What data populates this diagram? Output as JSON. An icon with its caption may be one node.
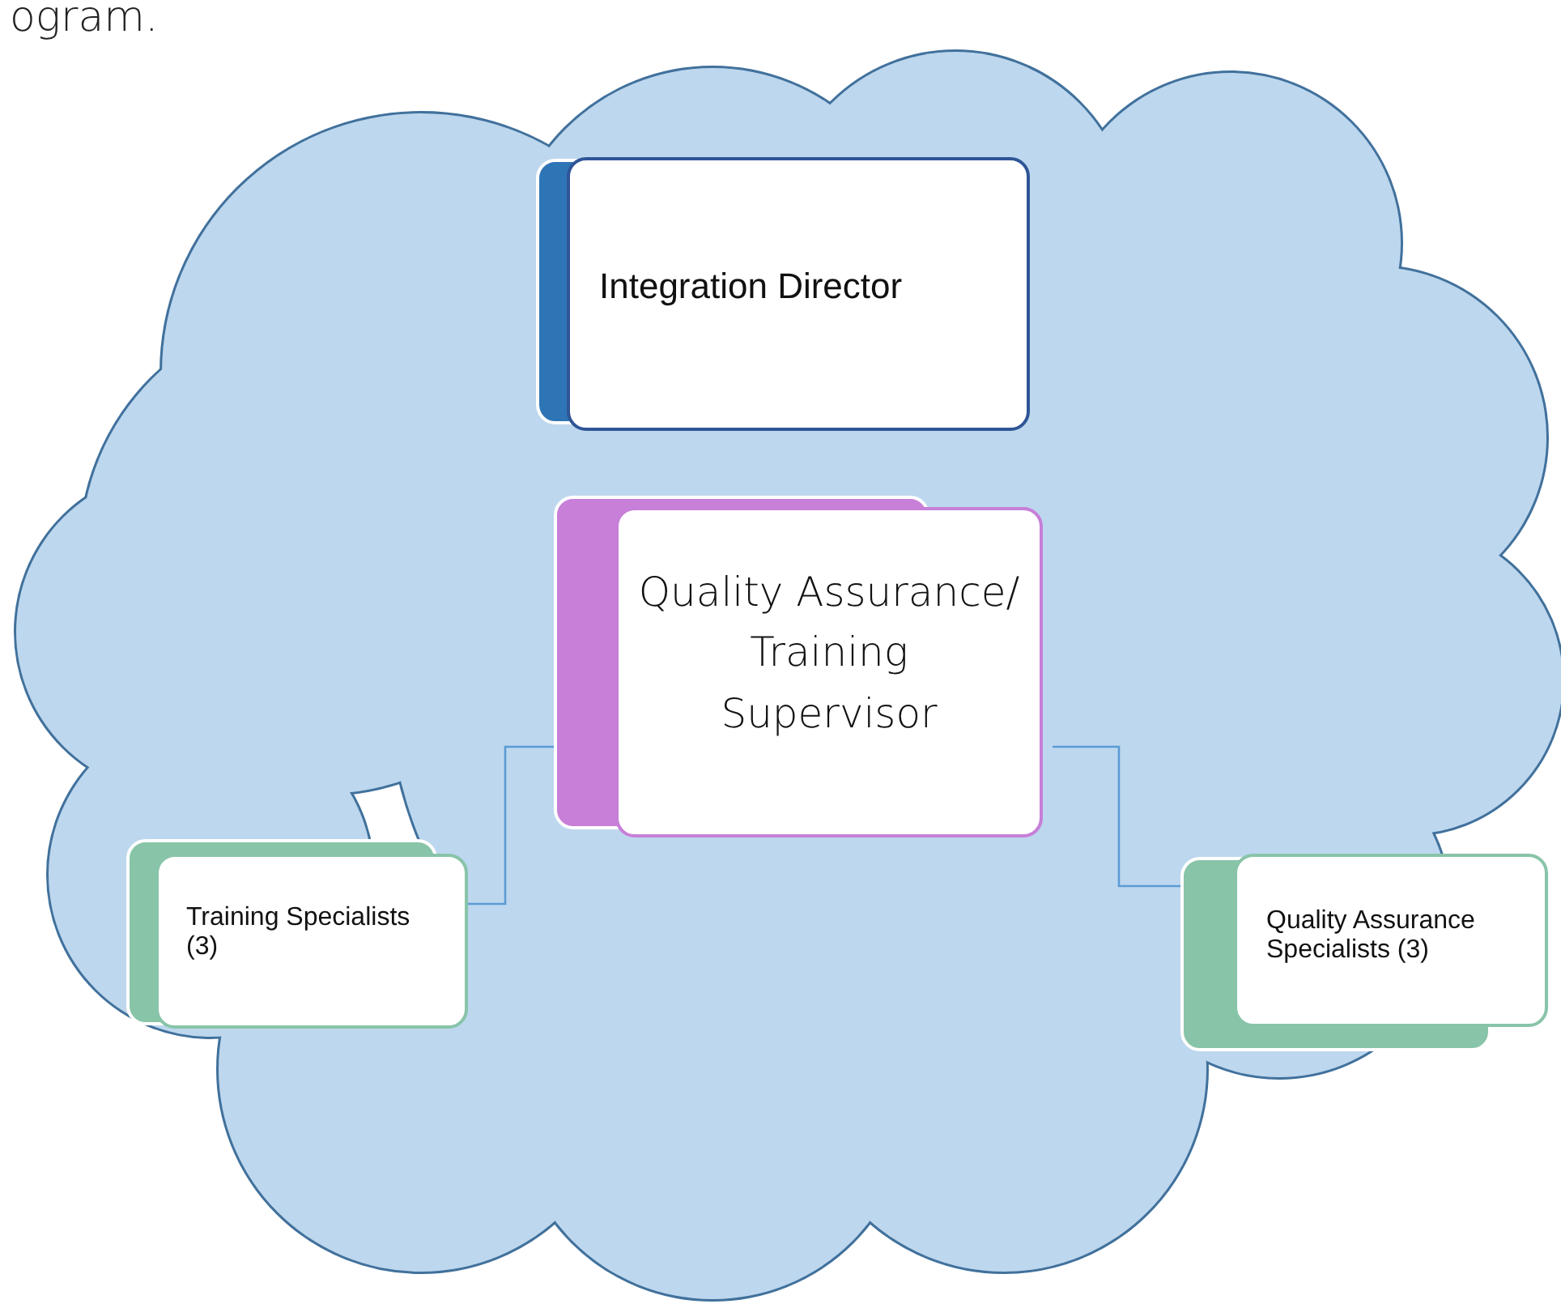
{
  "diagram": {
    "nodes": [
      {
        "text": [
          "Integration Director"
        ]
      },
      {
        "text": [
          "Quality Assurance/ Training Supervisor"
        ]
      },
      {
        "text": [
          "Training Specialists (3)"
        ]
      },
      {
        "text": [
          "Quality Assurance Specialists (3)"
        ]
      }
    ],
    "edges": [
      {
        "from": 1,
        "to": 2,
        "arrow": "none"
      },
      {
        "from": 1,
        "to": 3,
        "arrow": "none"
      }
    ],
    "labels": [
      "ogram."
    ]
  }
}
